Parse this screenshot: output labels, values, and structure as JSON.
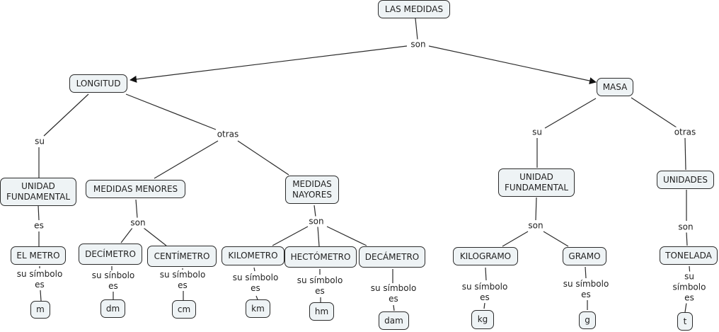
{
  "nodes": {
    "root": "LAS MEDIDAS",
    "longitud": "LONGITUD",
    "masa": "MASA",
    "unidad_fund_l": "UNIDAD FUNDAMENTAL",
    "menores": "MEDIDAS MENORES",
    "mayores": "MEDIDAS NAYORES",
    "metro": "EL METRO",
    "decimetro": "DECÍMETRO",
    "centimetro": "CENTÍMETRO",
    "kilometro": "KILOMETRO",
    "hectometro": "HECTÓMETRO",
    "decametro": "DECÁMETRO",
    "m": "m",
    "dm": "dm",
    "cm": "cm",
    "km": "km",
    "hm": "hm",
    "dam": "dam",
    "unidad_fund_m": "UNIDAD FUNDAMENTAL",
    "unidades": "UNIDADES",
    "kilogramo": "KILOGRAMO",
    "gramo": "GRAMO",
    "tonelada": "TONELADA",
    "kg": "kg",
    "g": "g",
    "t": "t"
  },
  "links": {
    "son_root": "son",
    "su_l": "su",
    "otras_l": "otras",
    "es_metro": "es",
    "son_menores": "son",
    "son_mayores": "son",
    "sym_m": "su símbolo\nes",
    "sym_dm": "su sínbolo\nes",
    "sym_cm": "su símbolo\nes",
    "sym_km": "su símbolo\nes",
    "sym_hm": "su símbolo\nes",
    "sym_dam": "su símbolo\nes",
    "su_m": "su",
    "otras_m": "otras",
    "son_fund_m": "son",
    "son_unidades": "son",
    "sym_kg": "su símbolo\nes",
    "sym_g": "su símbolo\nes",
    "sym_t": "su símbolo\nes"
  },
  "colors": {
    "node_fill": "#eef3f5",
    "line": "#2b2b2b"
  }
}
